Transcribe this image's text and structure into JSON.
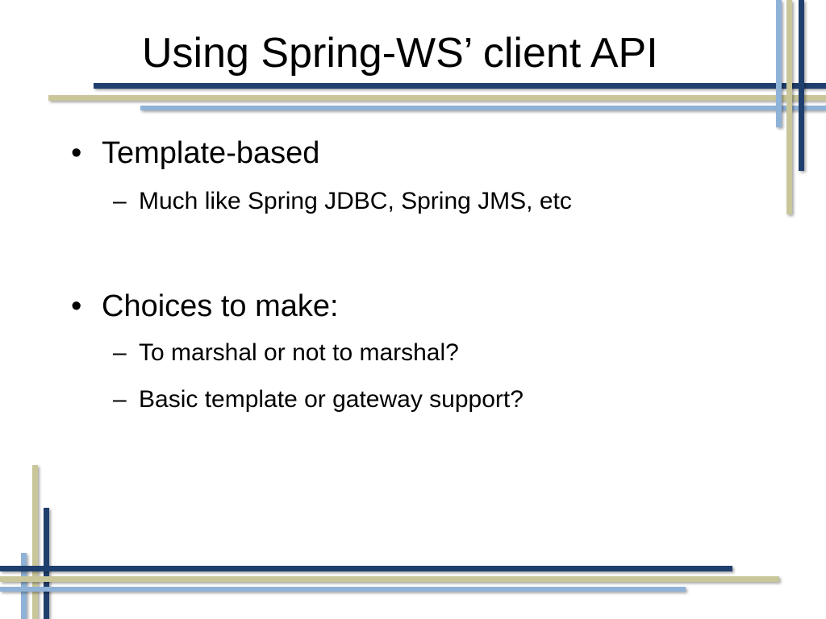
{
  "slide": {
    "title": "Using Spring-WS’ client API",
    "bullets": [
      {
        "marker": "•",
        "text": "Template-based",
        "sub": [
          {
            "marker": "–",
            "text": "Much like Spring JDBC, Spring JMS, etc"
          }
        ]
      },
      {
        "marker": "•",
        "text": "Choices to make:",
        "sub": [
          {
            "marker": "–",
            "text": "To marshal or not to marshal?"
          },
          {
            "marker": "–",
            "text": "Basic template or gateway support?"
          }
        ]
      }
    ]
  },
  "colors": {
    "navy": "#1f3f6e",
    "khaki": "#c9c79a",
    "light_blue": "#8fb2d8",
    "background": "#ffffff"
  }
}
